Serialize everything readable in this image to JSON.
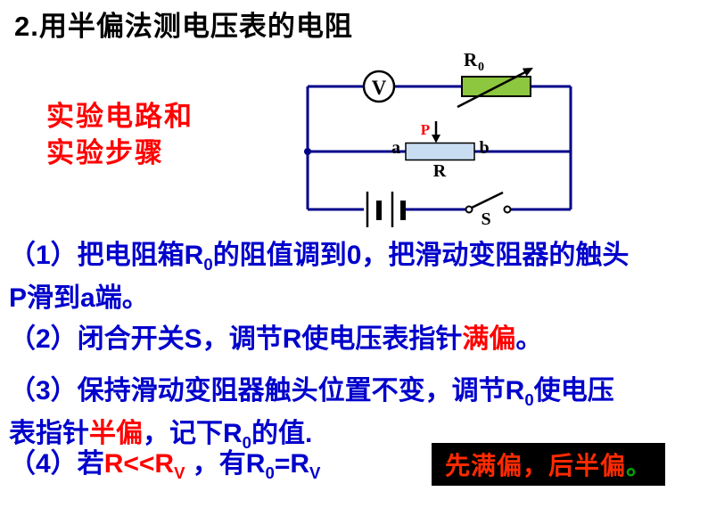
{
  "title": "2.用半偏法测电压表的电阻",
  "sidebar": {
    "line1": "实验电路和",
    "line2": "实验步骤"
  },
  "circuit": {
    "voltmeter": "V",
    "r0_label": "R",
    "r0_sub": "0",
    "slider": "P",
    "terminal_a": "a",
    "terminal_b": "b",
    "rheostat": "R",
    "switch": "S"
  },
  "steps": {
    "s1": {
      "l1a": "（1）把电阻箱R",
      "l1sub": "0",
      "l1b": "的阻值调到0，把滑动变阻器的触头",
      "l2": "P滑到a端。"
    },
    "s2": {
      "a": "（2）闭合开关S，调节R使电压表指针",
      "hl": "满偏",
      "b": "。"
    },
    "s3": {
      "l1a": "（3）保持滑动变阻器触头位置不变，调节R",
      "l1sub": "0",
      "l1b": "使电压",
      "l2a": "表指针",
      "hl": "半偏",
      "l2b": "，记下R",
      "l2sub": "0",
      "l2c": "的值."
    },
    "s4": {
      "a": "（4）若",
      "rel": "R<<R",
      "relsub": "V",
      "b": " ，有R",
      "bsub": "0",
      "c": "=R",
      "csub": "V"
    }
  },
  "note": {
    "text": "先满偏，后半偏",
    "period": "。"
  },
  "colors": {
    "step_blue": "#0000CC",
    "highlight_red": "#FF0000",
    "wire_navy": "#00008B",
    "r0_green": "#8DC63F",
    "rheostat_fill": "#C9DDF2",
    "note_text": "#FF2A00",
    "note_period": "#00AA00",
    "note_bg": "#000000"
  }
}
